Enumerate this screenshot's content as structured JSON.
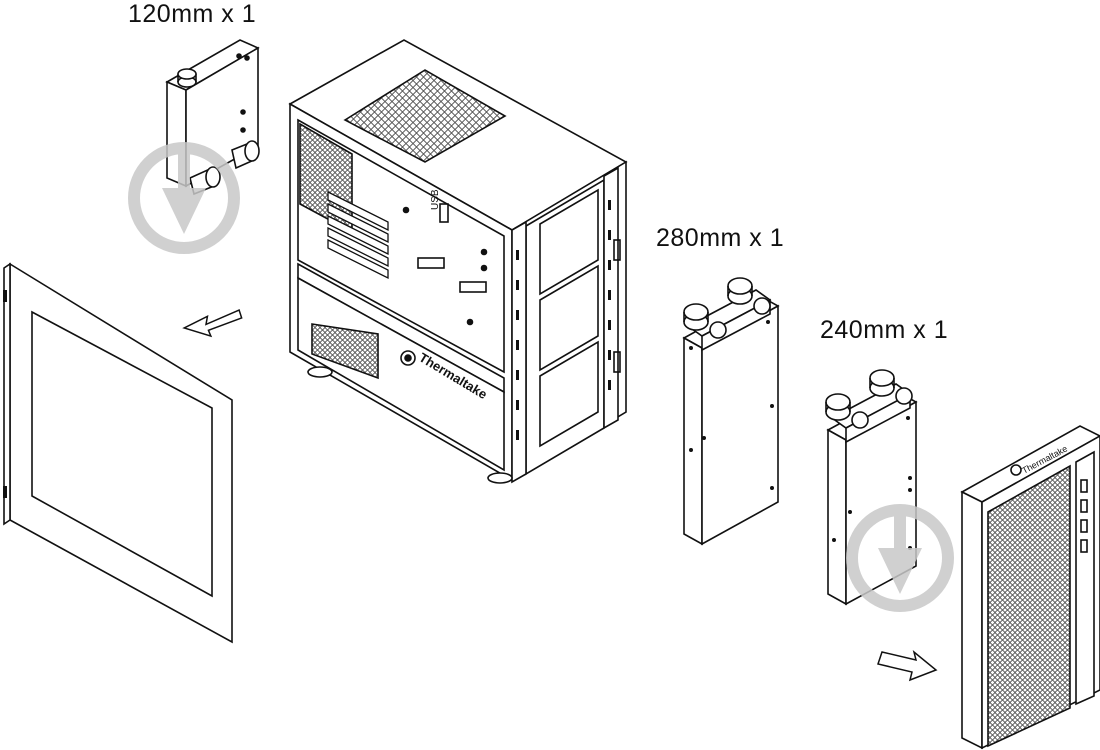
{
  "labels": {
    "radiator_120": "120mm x 1",
    "radiator_280": "280mm x 1",
    "radiator_240": "240mm x 1"
  },
  "brand_text": "Thermaltake",
  "usb_text": "USB",
  "colors": {
    "line": "#111111",
    "mesh_fill": "#8a8a8a",
    "watermark": "#c8c8c8",
    "arrow_fill": "#ffffff"
  }
}
